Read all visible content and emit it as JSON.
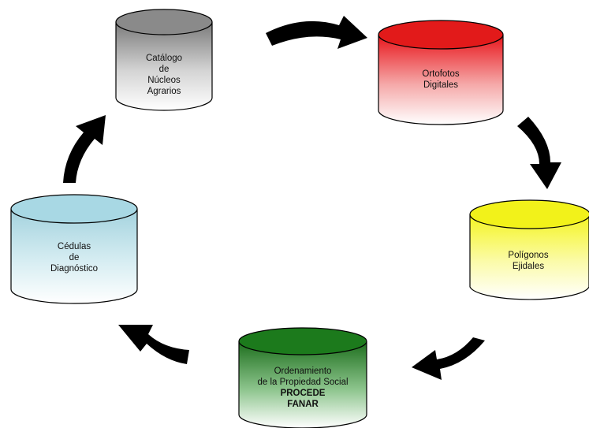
{
  "nodes": [
    {
      "id": "catalogo",
      "lines": [
        "Catálogo",
        "de",
        "Núcleos",
        "Agrarios"
      ],
      "color": "#8a8a8a"
    },
    {
      "id": "ortofotos",
      "lines": [
        "Ortofotos",
        "Digitales"
      ],
      "color": "#e21a1a"
    },
    {
      "id": "poligonos",
      "lines": [
        "Polígonos",
        "Ejidales"
      ],
      "color": "#f2f21a"
    },
    {
      "id": "ordenamiento",
      "lines": [
        "Ordenamiento",
        "de la Propiedad Social",
        "PROCEDE",
        "FANAR"
      ],
      "color": "#1c7a1c"
    },
    {
      "id": "cedulas",
      "lines": [
        "Cédulas",
        "de",
        "Diagnóstico"
      ],
      "color": "#a8d8e4"
    }
  ],
  "arrow_color": "#000000"
}
